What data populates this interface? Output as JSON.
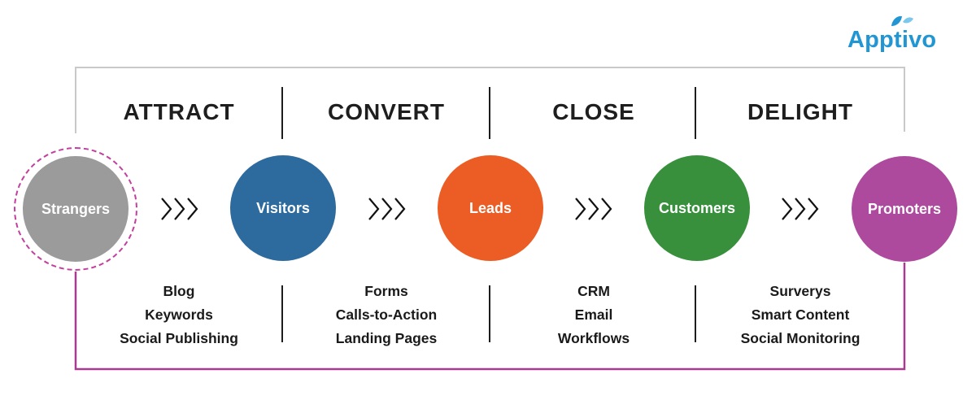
{
  "logo": {
    "text": "Apptivo",
    "color": "#2196d3"
  },
  "funnel": {
    "stages": [
      {
        "label": "ATTRACT",
        "tools": [
          "Blog",
          "Keywords",
          "Social Publishing"
        ]
      },
      {
        "label": "CONVERT",
        "tools": [
          "Forms",
          "Calls-to-Action",
          "Landing Pages"
        ]
      },
      {
        "label": "CLOSE",
        "tools": [
          "CRM",
          "Email",
          "Workflows"
        ]
      },
      {
        "label": "DELIGHT",
        "tools": [
          "Surverys",
          "Smart Content",
          "Social Monitoring"
        ]
      }
    ],
    "circles": [
      {
        "label": "Strangers",
        "color": "#9b9b9b",
        "ring_color": "#c23f9e"
      },
      {
        "label": "Visitors",
        "color": "#2d6b9f"
      },
      {
        "label": "Leads",
        "color": "#eb5d24"
      },
      {
        "label": "Customers",
        "color": "#38903d"
      },
      {
        "label": "Promoters",
        "color": "#ae4a9e"
      }
    ],
    "lines": {
      "top_bracket_color": "#c9c9c9",
      "bottom_bracket_color": "#a93a92",
      "divider_color": "#1d1d1d",
      "chevron_color": "#111111"
    }
  }
}
